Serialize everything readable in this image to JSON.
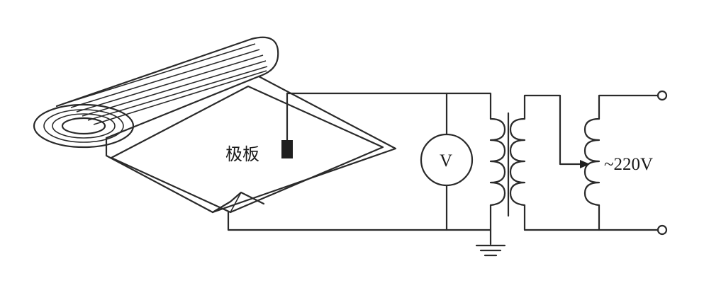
{
  "labels": {
    "electrode": "极板",
    "voltmeter": "V",
    "supply": "~220V"
  }
}
